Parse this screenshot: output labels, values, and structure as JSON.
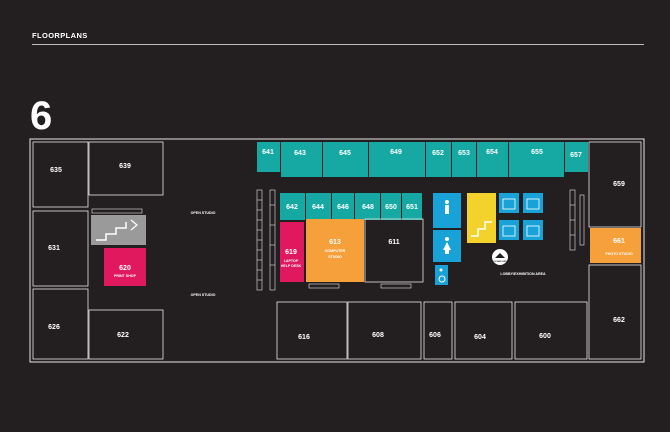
{
  "header": {
    "title": "FLOORPLANS"
  },
  "floor": {
    "number": "6"
  },
  "colors": {
    "background": "#231f20",
    "teal": "#16a9a3",
    "orange": "#f6a03c",
    "magenta": "#e0185e",
    "gray": "#9a9a9a",
    "blue": "#19a2d8",
    "yellow": "#f3d22b",
    "line": "#e6e6e6"
  },
  "rooms": {
    "r635": "635",
    "r639": "639",
    "r631": "631",
    "r620": "620",
    "r620_sub": "PRINT SHOP",
    "r626": "626",
    "r622": "622",
    "r641": "641",
    "r643": "643",
    "r645": "645",
    "r649": "649",
    "r652": "652",
    "r653": "653",
    "r654": "654",
    "r655": "655",
    "r657": "657",
    "r659": "659",
    "r642": "642",
    "r644": "644",
    "r646": "646",
    "r648": "648",
    "r650": "650",
    "r651": "651",
    "r619": "619",
    "r619_sub1": "LAPTOP",
    "r619_sub2": "HELP DESK",
    "r613": "613",
    "r613_sub1": "COMPUTER",
    "r613_sub2": "STUDIO",
    "r611": "611",
    "r661": "661",
    "r661_sub": "PHOTO STUDIO",
    "r616": "616",
    "r608": "608",
    "r606": "606",
    "r604": "604",
    "r600": "600",
    "r662": "662"
  },
  "areas": {
    "open_studio_top": "OPEN STUDIO",
    "open_studio_bottom": "OPEN STUDIO",
    "lobby": "LOBBY/EXHIBITION AREA"
  },
  "icons": {
    "you_are_here": "YOU ARE HERE",
    "names": [
      "stairs-icon",
      "restroom-man-icon",
      "restroom-woman-icon",
      "accessible-icon",
      "elevator-icon",
      "you-are-here-icon"
    ]
  }
}
